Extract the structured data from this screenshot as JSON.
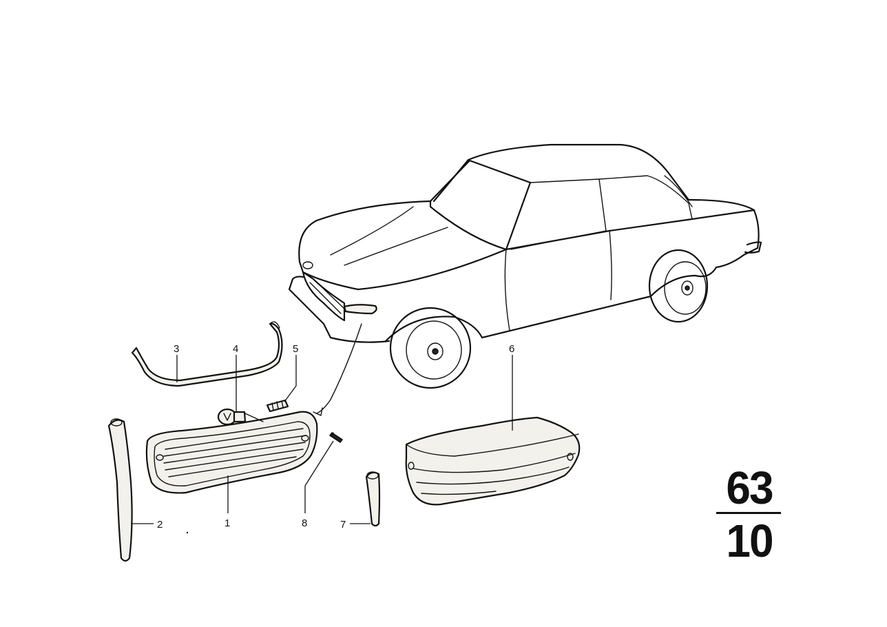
{
  "diagram": {
    "callouts": [
      {
        "number": "1"
      },
      {
        "number": "2"
      },
      {
        "number": "3"
      },
      {
        "number": "4"
      },
      {
        "number": "5"
      },
      {
        "number": "6"
      },
      {
        "number": "7"
      },
      {
        "number": "8"
      }
    ],
    "group": {
      "main": "63",
      "sub": "10"
    }
  }
}
